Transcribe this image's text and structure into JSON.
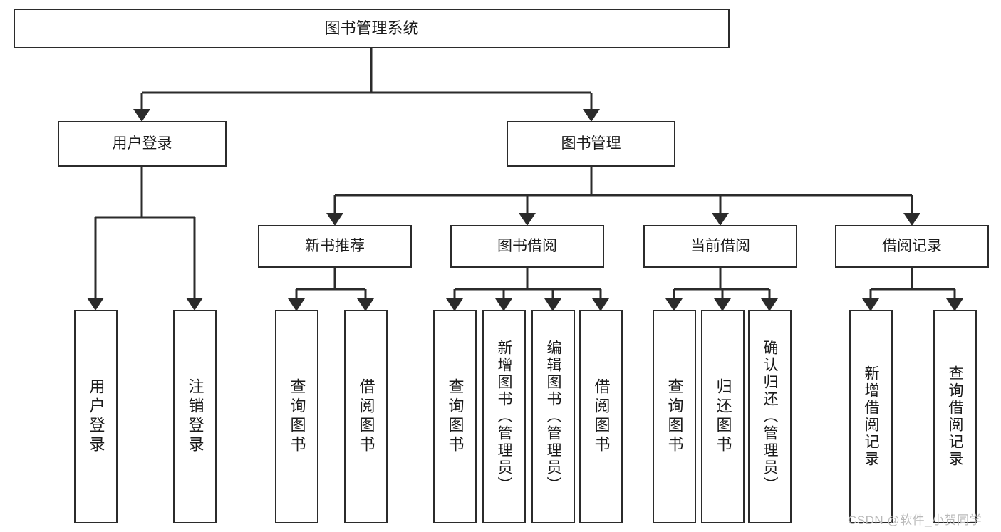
{
  "diagram": {
    "type": "tree-hierarchy",
    "title": "图书管理系统",
    "watermark": "CSDN @软件_小贺同学",
    "colors": {
      "box_border": "#2b2b2b",
      "box_fill": "#ffffff",
      "link": "#2b2b2b",
      "text": "#1a1a1a",
      "watermark": "#b9b9b9",
      "background": "#ffffff"
    },
    "root": {
      "label": "图书管理系统"
    },
    "level2": [
      {
        "label": "用户登录"
      },
      {
        "label": "图书管理"
      }
    ],
    "level3": [
      {
        "label": "新书推荐"
      },
      {
        "label": "图书借阅"
      },
      {
        "label": "当前借阅"
      },
      {
        "label": "借阅记录"
      }
    ],
    "leaves": {
      "user_login": [
        {
          "label": "用户登录"
        },
        {
          "label": "注销登录"
        }
      ],
      "new_book_recommend": [
        {
          "label": "查询图书"
        },
        {
          "label": "借阅图书"
        }
      ],
      "book_borrow": [
        {
          "label": "查询图书"
        },
        {
          "label": "新增图书（管理员）"
        },
        {
          "label": "编辑图书（管理员）"
        },
        {
          "label": "借阅图书"
        }
      ],
      "current_borrow": [
        {
          "label": "查询图书"
        },
        {
          "label": "归还图书"
        },
        {
          "label": "确认归还（管理员）"
        }
      ],
      "borrow_record": [
        {
          "label": "新增借阅记录"
        },
        {
          "label": "查询借阅记录"
        }
      ]
    }
  }
}
